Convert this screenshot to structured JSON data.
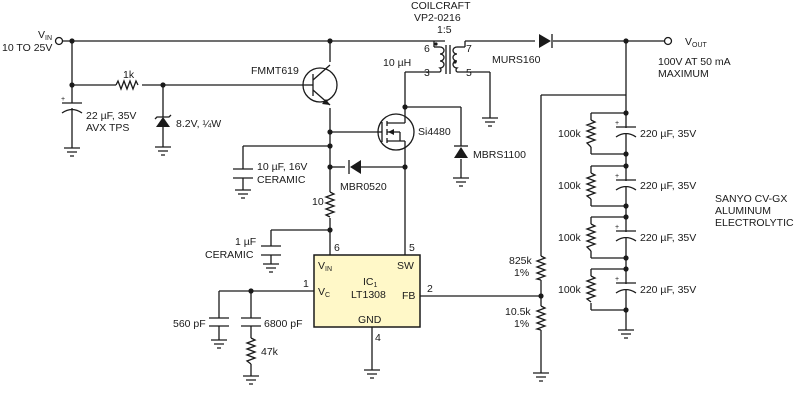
{
  "vin": {
    "v": "V",
    "sub": "IN",
    "range": "10 TO 25V"
  },
  "vout": {
    "v": "V",
    "sub": "OUT",
    "spec1": "100V AT 50 mA",
    "spec2": "MAXIMUM"
  },
  "transformer": {
    "line1": "COILCRAFT",
    "line2": "VP2-0216",
    "ratio": "1:5",
    "inductance": "10 µH",
    "pin6": "6",
    "pin3": "3",
    "pin7": "7",
    "pin5": "5"
  },
  "parts": {
    "fmmt": "FMMT619",
    "r1k": "1k",
    "cin1": "22 µF, 35V",
    "cin2": "AVX TPS",
    "zener": "8.2V, ¼W",
    "mosfet": "Si4480",
    "d_mbrs1100": "MBRS1100",
    "c10u1": "10 µF, 16V",
    "c10u2": "CERAMIC",
    "d_mbr0520": "MBR0520",
    "r10": "10",
    "c1u1": "1 µF",
    "c1u2": "CERAMIC",
    "murs": "MURS160",
    "c560": "560 pF",
    "c6800": "6800 pF",
    "r47k": "47k",
    "r825k1": "825k",
    "r825k2": "1%",
    "r105k1": "10.5k",
    "r105k2": "1%",
    "r100k": "100k",
    "c220": "220 µF, 35V",
    "sanyo1": "SANYO CV-GX",
    "sanyo2": "ALUMINUM",
    "sanyo3": "ELECTROLYTIC"
  },
  "ic": {
    "vin_v": "V",
    "vin_sub": "IN",
    "sw": "SW",
    "name": "IC",
    "name_sub": "1",
    "part": "LT1308",
    "vc_v": "V",
    "vc_sub": "C",
    "fb": "FB",
    "gnd": "GND",
    "pin1": "1",
    "pin2": "2",
    "pin4": "4",
    "pin5": "5",
    "pin6": "6"
  },
  "colors": {
    "ic_fill": "#fff8c8",
    "line": "#1a1a1a"
  }
}
